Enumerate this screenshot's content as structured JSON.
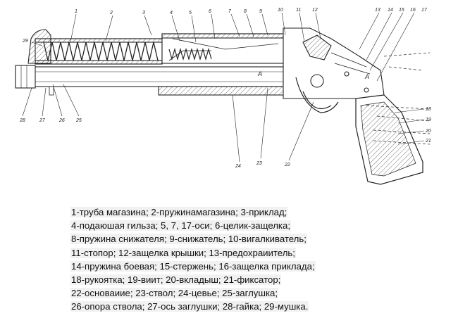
{
  "callouts": {
    "n1": "1",
    "n2": "2",
    "n3": "3",
    "n4": "4",
    "n5": "5",
    "n6": "6",
    "n7": "7",
    "n8": "8",
    "n9": "9",
    "n10": "10",
    "n11": "11",
    "n12": "12",
    "n13": "13",
    "n14": "14",
    "n15": "15",
    "n16": "16",
    "n17": "17",
    "n18": "18",
    "n19": "19",
    "n20": "20",
    "n21": "21",
    "n22": "22",
    "n23": "23",
    "n24": "24",
    "n25": "25",
    "n26": "26",
    "n27": "27",
    "n28": "28",
    "n29": "29",
    "section_a1": "А",
    "section_a2": "А"
  },
  "legend": {
    "lines": [
      "1-труба магазина; 2-пружинамагазина; 3-приклад;",
      "4-подаюшая гильза; 5, 7, 17-оси; 6-целик-защелка;",
      "8-пружина снижателя; 9-снижатель; 10-вигалкиватель;",
      "11-стопор; 12-защелка крышки; 13-предохраиитель;",
      "14-пружина боевая; 15-стержень; 16-защелка приклада;",
      "18-рукоятка; 19-виит; 20-вкладыш; 21-фиксатор;",
      "22-основаиие; 23-ствол; 24-цевье; 25-заглушка;",
      "26-опора ствола; 27-ось заглушки; 28-гайка; 29-мушка."
    ]
  }
}
